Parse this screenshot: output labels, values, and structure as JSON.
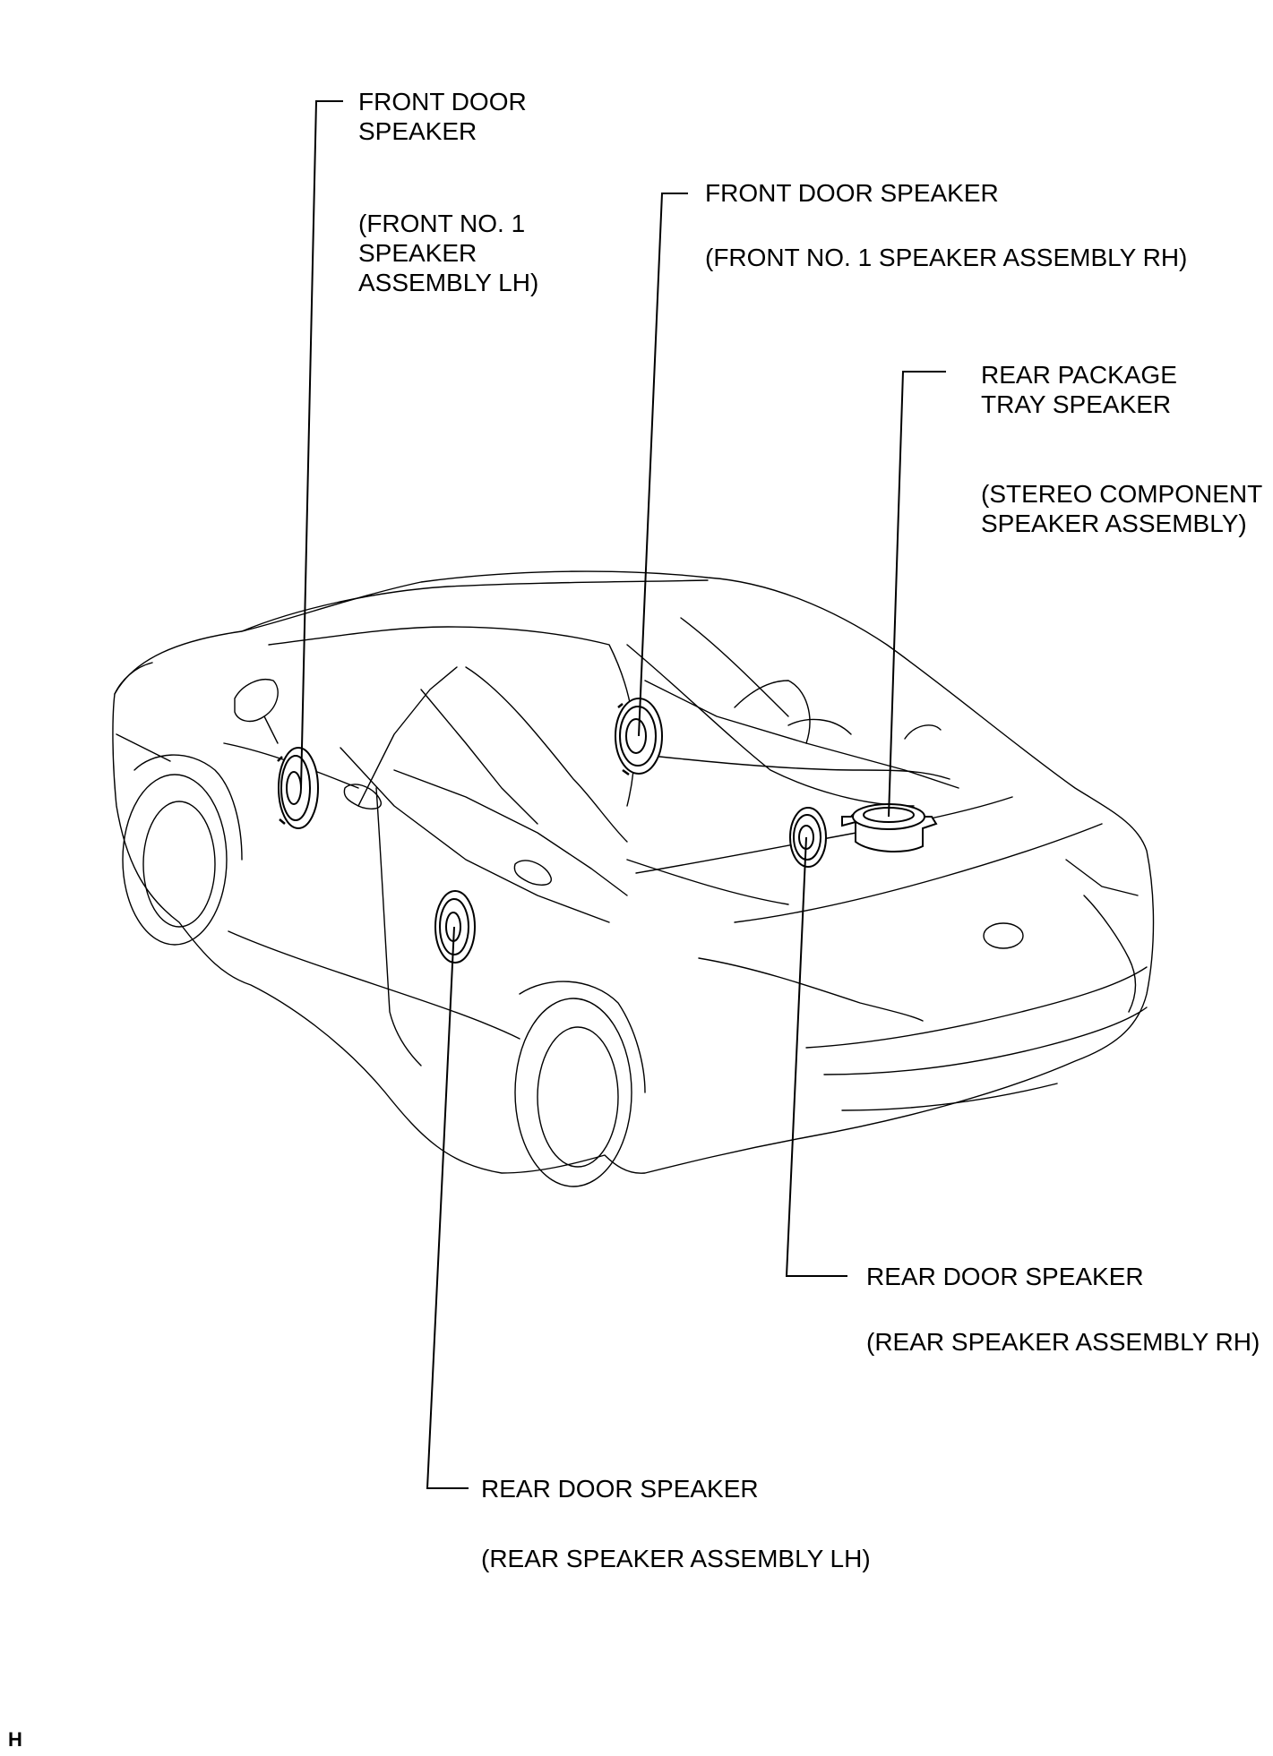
{
  "callouts": {
    "front_left": {
      "name_line1": "FRONT DOOR",
      "name_line2": "SPEAKER",
      "part_line1": "(FRONT NO. 1",
      "part_line2": "SPEAKER",
      "part_line3": "ASSEMBLY LH)"
    },
    "front_right": {
      "name": "FRONT DOOR SPEAKER",
      "part": "(FRONT NO. 1 SPEAKER ASSEMBLY RH)"
    },
    "rear_package_tray": {
      "name_line1": "REAR PACKAGE",
      "name_line2": "TRAY SPEAKER",
      "part_line1": "(STEREO COMPONENT",
      "part_line2": "SPEAKER ASSEMBLY)"
    },
    "rear_right": {
      "name": "REAR DOOR SPEAKER",
      "part": "(REAR SPEAKER ASSEMBLY RH)"
    },
    "rear_left": {
      "name": "REAR DOOR SPEAKER",
      "part": "(REAR SPEAKER ASSEMBLY LH)"
    }
  },
  "corner_mark": "H",
  "colors": {
    "line": "#000000",
    "background": "#ffffff"
  }
}
